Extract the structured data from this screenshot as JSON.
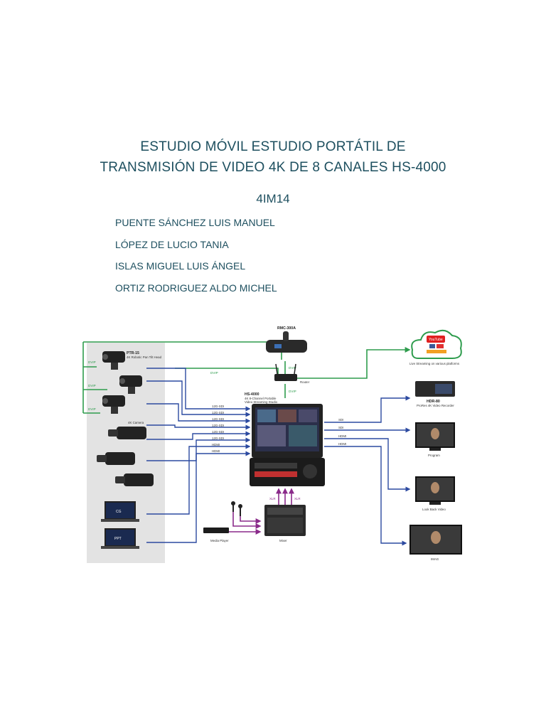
{
  "document": {
    "title_line1": "ESTUDIO MÓVIL ESTUDIO PORTÁTIL DE",
    "title_line2": "TRANSMISIÓN DE VIDEO 4K DE 8 CANALES HS-4000",
    "group": "4IM14",
    "members": [
      "PUENTE SÁNCHEZ LUIS MANUEL",
      "LÓPEZ DE LUCIO TANIA",
      "ISLAS MIGUEL LUIS ÁNGEL",
      "ORTIZ RODRIGUEZ ALDO MICHEL"
    ]
  },
  "diagram": {
    "ptz_name": "PTR-15",
    "ptz_desc": "4K Robotic Pan Tilt Head",
    "camera_label": "4K Camera",
    "laptop_cg": "CG",
    "laptop_ppt": "PPT",
    "controller_name": "RMC-300A",
    "router_label": "Router",
    "dvip_label": "DVIP",
    "studio_name": "HS-4000",
    "studio_desc_1": "4K 8-Channel Portable",
    "studio_desc_2": "Video Streaming Studio",
    "inputs": [
      "12G-SDI",
      "12G-SDI",
      "12G-SDI",
      "12G-SDI",
      "12G-SDI",
      "12G-SDI",
      "HDMI",
      "HDMI"
    ],
    "outputs": [
      "SDI",
      "SDI",
      "HDMI",
      "HDMI"
    ],
    "xlr_label": "XLR",
    "media_player": "Media Player",
    "mixer": "Mixer",
    "stream_note": "Live Streaming on various platforms",
    "youtube_label": "YouTube",
    "recorder_name": "HDR-80",
    "recorder_desc": "ProRes 4K Video Recorder",
    "program": "Program",
    "lookback": "Look Back Video",
    "imag": "IMAG"
  },
  "colors": {
    "title": "#1d4f5f",
    "dvip_line": "#2e9c4d",
    "video_line": "#2c4aa0",
    "audio_line": "#8a2a8a",
    "panel": "#e3e3e3"
  }
}
